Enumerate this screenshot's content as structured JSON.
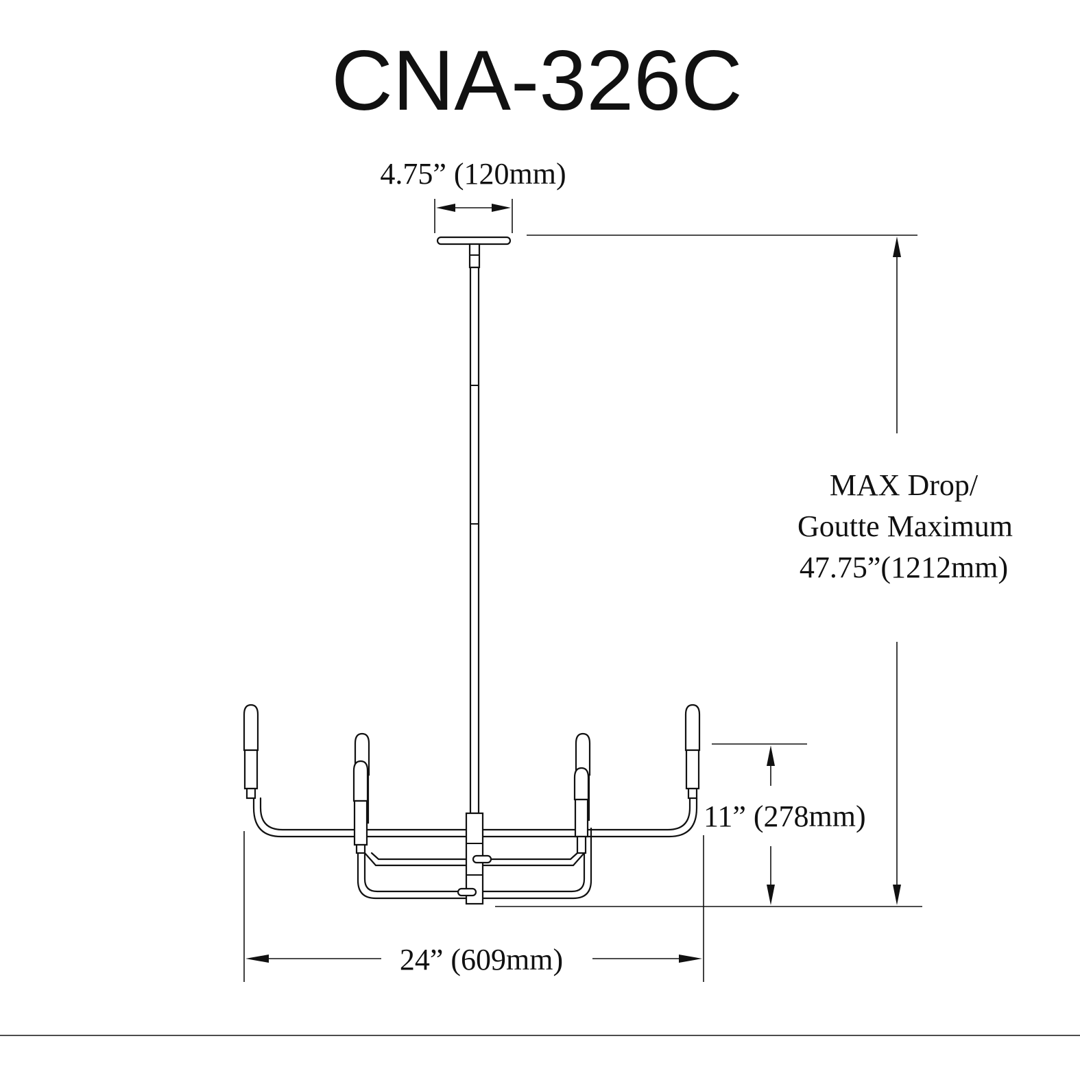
{
  "title": "CNA-326C",
  "dimensions": {
    "canopy_width": "4.75” (120mm)",
    "max_drop": {
      "line1": "MAX Drop/",
      "line2": "Goutte Maximum",
      "line3": "47.75”(1212mm)"
    },
    "fixture_height": "11” (278mm)",
    "fixture_width": "24” (609mm)"
  },
  "colors": {
    "line": "#111111",
    "background": "#ffffff"
  }
}
